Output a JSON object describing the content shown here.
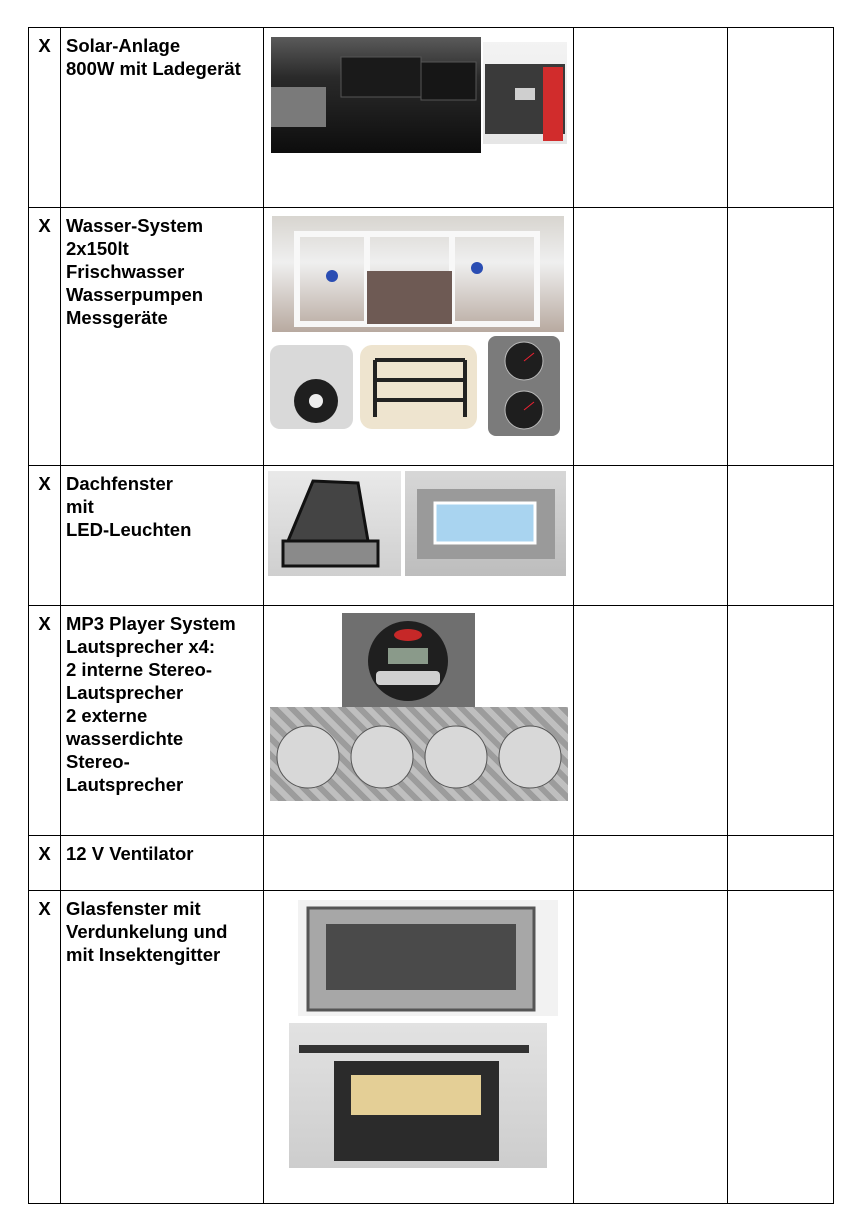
{
  "rows": [
    {
      "mark": "X",
      "lines": [
        "Solar-Anlage",
        "800W mit Ladegerät"
      ]
    },
    {
      "mark": "X",
      "lines": [
        "Wasser-System",
        "2x150lt",
        "Frischwasser",
        "Wasserpumpen",
        "Messgeräte"
      ]
    },
    {
      "mark": "X",
      "lines": [
        "Dachfenster",
        "mit",
        "LED-Leuchten"
      ]
    },
    {
      "mark": "X",
      "lines": [
        "MP3 Player System",
        "Lautsprecher x4:",
        "2 interne Stereo-",
        "Lautsprecher",
        "2 externe",
        "wasserdichte",
        "Stereo-",
        "Lautsprecher"
      ]
    },
    {
      "mark": "X",
      "lines": [
        "12 V Ventilator"
      ]
    },
    {
      "mark": "X",
      "lines": [
        "Glasfenster mit",
        "Verdunkelung und",
        "mit Insektengitter"
      ]
    }
  ]
}
